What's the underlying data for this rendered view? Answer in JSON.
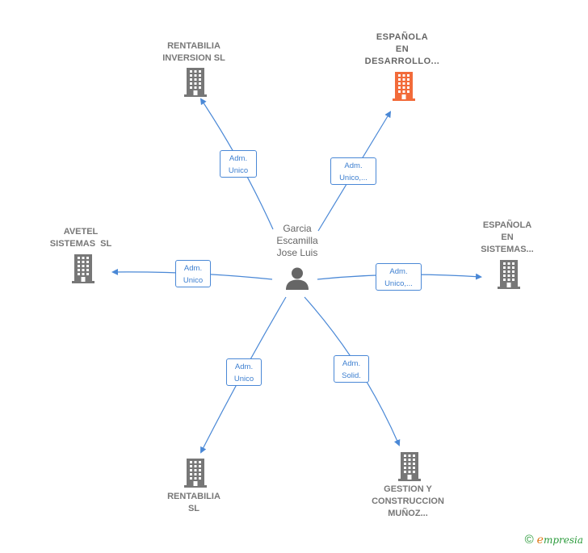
{
  "person": {
    "name": [
      "Garcia",
      "Escamilla",
      "Jose Luis"
    ],
    "icon": "person-icon"
  },
  "companies": [
    {
      "id": "rentabilia-inversion",
      "lines": [
        "RENTABILIA",
        "INVERSION SL"
      ],
      "icon": "building-icon",
      "color": "#777777",
      "highlight": false
    },
    {
      "id": "espanola-desarrollo",
      "lines": [
        "ESPAÑOLA",
        "EN",
        "DESARROLLO..."
      ],
      "icon": "building-icon",
      "color": "#f26b3a",
      "highlight": true
    },
    {
      "id": "avetel",
      "lines": [
        "AVETEL",
        "SISTEMAS  SL"
      ],
      "icon": "building-icon",
      "color": "#777777",
      "highlight": false
    },
    {
      "id": "espanola-sistemas",
      "lines": [
        "ESPAÑOLA",
        "EN",
        "SISTEMAS..."
      ],
      "icon": "building-icon",
      "color": "#777777",
      "highlight": false
    },
    {
      "id": "rentabilia",
      "lines": [
        "RENTABILIA",
        "SL"
      ],
      "icon": "building-icon",
      "color": "#777777",
      "highlight": false
    },
    {
      "id": "gestion",
      "lines": [
        "GESTION Y",
        "CONSTRUCCION",
        "MUÑOZ..."
      ],
      "icon": "building-icon",
      "color": "#777777",
      "highlight": false
    }
  ],
  "relations": [
    {
      "target": "rentabilia-inversion",
      "lines": [
        "Adm.",
        "Unico"
      ]
    },
    {
      "target": "espanola-desarrollo",
      "lines": [
        "Adm.",
        "Unico,..."
      ]
    },
    {
      "target": "avetel",
      "lines": [
        "Adm.",
        "Unico"
      ]
    },
    {
      "target": "espanola-sistemas",
      "lines": [
        "Adm.",
        "Unico,..."
      ]
    },
    {
      "target": "rentabilia",
      "lines": [
        "Adm.",
        "Unico"
      ]
    },
    {
      "target": "gestion",
      "lines": [
        "Adm.",
        "Solid."
      ]
    }
  ],
  "colors": {
    "edge": "#4a88d6",
    "building": "#777777",
    "building_highlight": "#f26b3a",
    "person": "#666666"
  },
  "watermark": {
    "symbol": "©",
    "brand_initial": "e",
    "brand_rest": "mpresia"
  }
}
